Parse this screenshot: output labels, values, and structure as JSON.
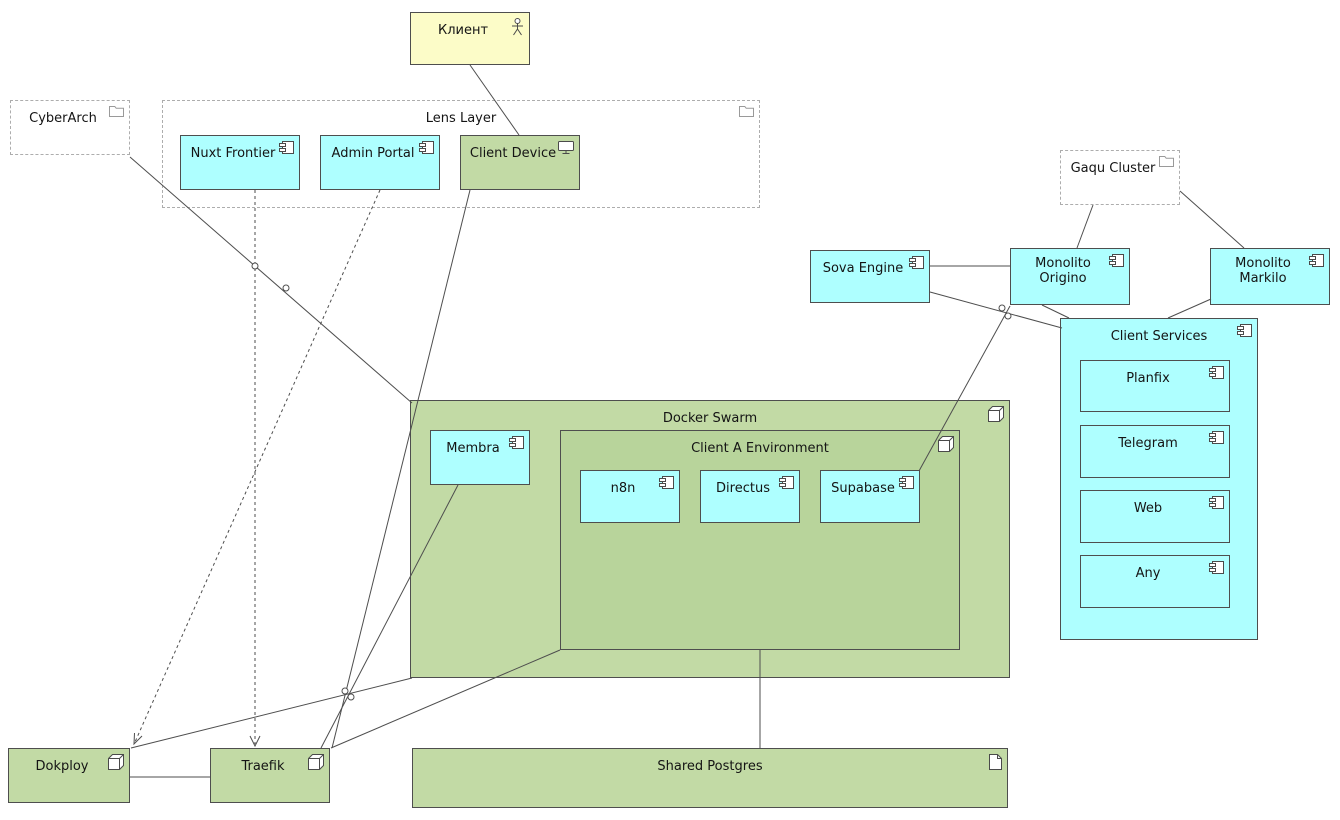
{
  "colors": {
    "cyan": "#aeffff",
    "green": "#c2daa5",
    "green_inner": "#b8d49b",
    "yellow": "#fcfcc8",
    "line": "#4e4e4e",
    "dashed_border": "#adadad"
  },
  "nodes": {
    "klient": {
      "label": "Клиент"
    },
    "cyberarch": {
      "label": "CyberArch"
    },
    "lens_layer": {
      "label": "Lens Layer"
    },
    "nuxt_frontier": {
      "label": "Nuxt Frontier"
    },
    "admin_portal": {
      "label": "Admin Portal"
    },
    "client_device": {
      "label": "Client Device"
    },
    "gaqu_cluster": {
      "label": "Gaqu Cluster"
    },
    "sova_engine": {
      "label": "Sova Engine"
    },
    "monolito_origino": {
      "line1": "Monolito",
      "line2": "Origino"
    },
    "monolito_markilo": {
      "line1": "Monolito",
      "line2": "Markilo"
    },
    "client_services": {
      "label": "Client Services"
    },
    "planfix": {
      "label": "Planfix"
    },
    "telegram": {
      "label": "Telegram"
    },
    "web": {
      "label": "Web"
    },
    "any": {
      "label": "Any"
    },
    "docker_swarm": {
      "label": "Docker Swarm"
    },
    "membra": {
      "label": "Membra"
    },
    "client_a_environment": {
      "label": "Client A Environment"
    },
    "n8n": {
      "label": "n8n"
    },
    "directus": {
      "label": "Directus"
    },
    "supabase": {
      "label": "Supabase"
    },
    "dokploy": {
      "label": "Dokploy"
    },
    "traefik": {
      "label": "Traefik"
    },
    "shared_postgres": {
      "label": "Shared Postgres"
    }
  },
  "edges": [
    {
      "from": "klient",
      "to": "client_device",
      "style": "solid"
    },
    {
      "from": "nuxt_frontier",
      "to": "traefik",
      "style": "dotted-arrow"
    },
    {
      "from": "admin_portal",
      "to": "dokploy",
      "style": "dotted-arrow"
    },
    {
      "from": "cyberarch",
      "to": "docker_swarm",
      "style": "solid"
    },
    {
      "from": "client_device",
      "to": "traefik",
      "style": "solid"
    },
    {
      "from": "membra",
      "to": "traefik",
      "style": "solid"
    },
    {
      "from": "docker_swarm",
      "to": "dokploy",
      "style": "solid"
    },
    {
      "from": "client_a_environment",
      "to": "traefik",
      "style": "solid"
    },
    {
      "from": "client_a_environment",
      "to": "shared_postgres",
      "style": "solid"
    },
    {
      "from": "dokploy",
      "to": "traefik",
      "style": "solid"
    },
    {
      "from": "sova_engine",
      "to": "monolito_origino",
      "style": "solid"
    },
    {
      "from": "sova_engine",
      "to": "client_services",
      "style": "solid"
    },
    {
      "from": "gaqu_cluster",
      "to": "monolito_origino",
      "style": "solid"
    },
    {
      "from": "gaqu_cluster",
      "to": "monolito_markilo",
      "style": "solid"
    },
    {
      "from": "monolito_origino",
      "to": "client_services",
      "style": "solid"
    },
    {
      "from": "monolito_markilo",
      "to": "client_services",
      "style": "solid"
    },
    {
      "from": "supabase",
      "to": "monolito_origino",
      "style": "solid"
    }
  ]
}
